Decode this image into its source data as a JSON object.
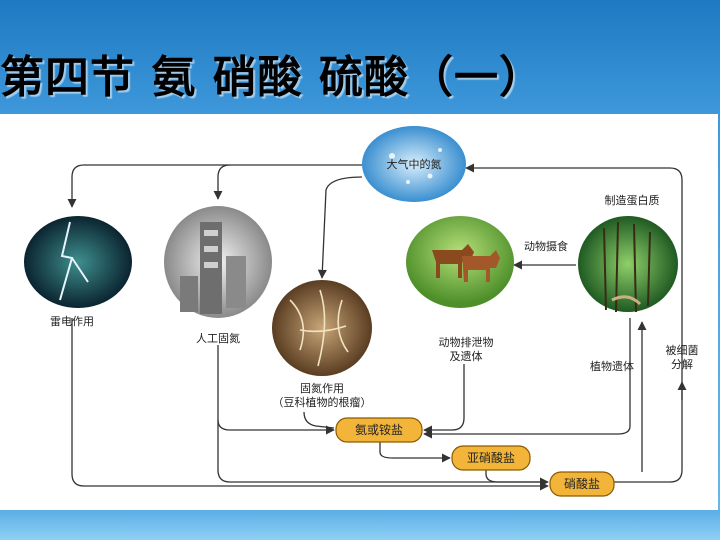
{
  "title": "第四节 氨 硝酸 硫酸（一）",
  "nodes": {
    "atmosphere": "大气中的氮",
    "lightning": "雷电作用",
    "industrial": "人工固氮",
    "fixation_line1": "固氮作用",
    "fixation_line2": "（豆科植物的根瘤）",
    "excretion_line1": "动物排泄物",
    "excretion_line2": "及遗体",
    "animal_feed": "动物摄食",
    "protein": "制造蛋白质",
    "plant_remains": "植物遗体",
    "bacteria_line1": "被细菌",
    "bacteria_line2": "分解",
    "ammonia": "氨或铵盐",
    "nitrite": "亚硝酸盐",
    "nitrate": "硝酸盐"
  },
  "colors": {
    "box_fill": "#f2b53a",
    "box_stroke": "#8a5a00",
    "arrow": "#333333"
  }
}
